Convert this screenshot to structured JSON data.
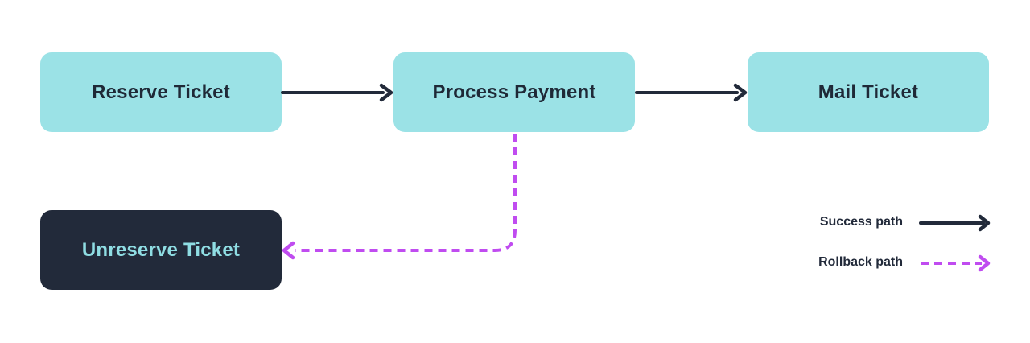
{
  "nodes": {
    "reserve": "Reserve Ticket",
    "process": "Process Payment",
    "mail": "Mail Ticket",
    "unreserve": "Unreserve Ticket"
  },
  "legend": {
    "success": "Success path",
    "rollback": "Rollback path"
  },
  "colors": {
    "node_fill": "#9be2e6",
    "node_dark_fill": "#222a3a",
    "node_dark_text": "#8fdde3",
    "success_arrow": "#222a3a",
    "rollback_arrow": "#c04cf0"
  }
}
